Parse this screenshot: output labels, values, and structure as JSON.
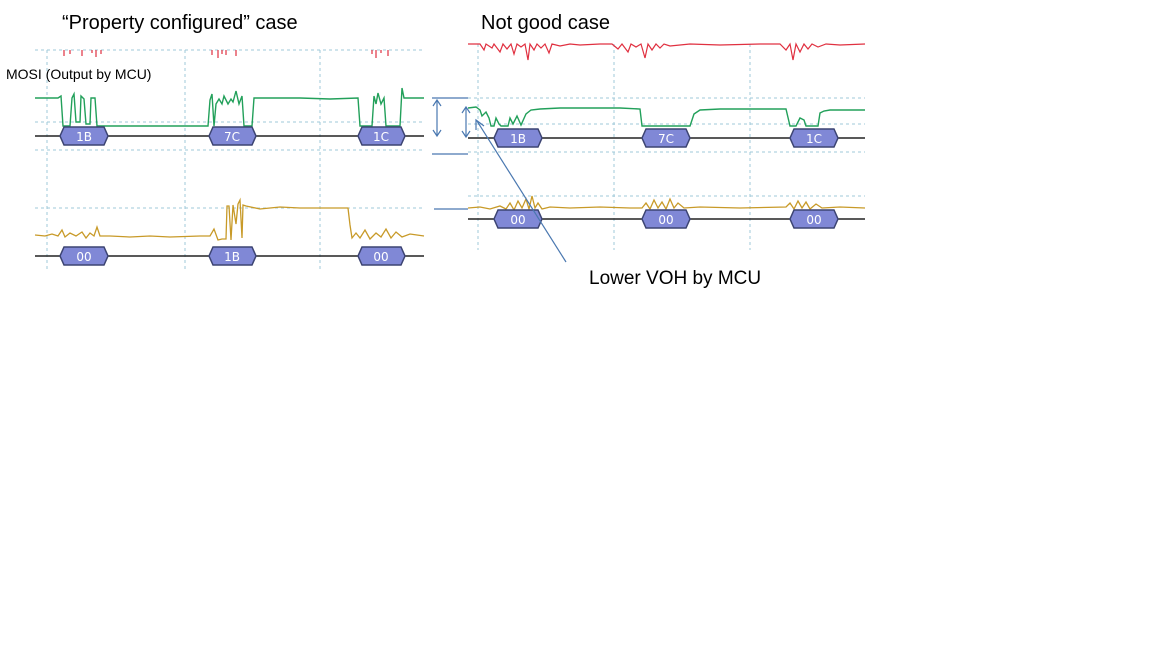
{
  "left_panel": {
    "title": "“Property configured” case",
    "mosi_label": "MOSI (Output by MCU)",
    "mosi_bytes": [
      "1B",
      "7C",
      "1C"
    ],
    "miso_bytes": [
      "00",
      "1B",
      "00"
    ]
  },
  "right_panel": {
    "title": "Not good case",
    "mosi_bytes": [
      "1B",
      "7C",
      "1C"
    ],
    "miso_bytes": [
      "00",
      "00",
      "00"
    ]
  },
  "annotation": {
    "text": "Lower VOH by MCU"
  },
  "colors": {
    "red_trace": "#e03040",
    "green_trace": "#22a05a",
    "gold_trace": "#c89a28",
    "bus_box_fill": "#8088d6",
    "bus_box_stroke": "#3c4472",
    "grid": "#9fc8d8",
    "arrow": "#4a78b0",
    "baseline": "#222222"
  }
}
